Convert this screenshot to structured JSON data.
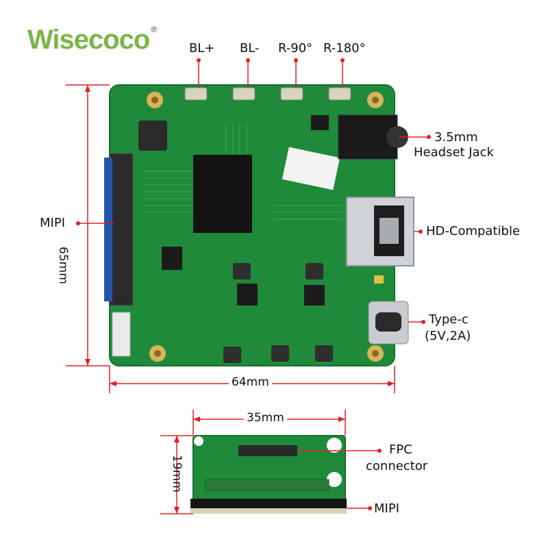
{
  "brand": {
    "name": "Wisecoco",
    "reg": "®"
  },
  "top_buttons": {
    "bl_plus": "BL+",
    "bl_minus": "BL-",
    "r90": "R-90°",
    "r180": "R-180°"
  },
  "ports": {
    "headset_line1": "3.5mm",
    "headset_line2": "Headset Jack",
    "hdmi": "HD-Compatible",
    "typec_line1": "Type-c",
    "typec_line2": "(5V,2A)",
    "mipi_left": "MIPI"
  },
  "dimensions": {
    "height": "65mm",
    "width": "64mm",
    "adapter_width": "35mm",
    "adapter_height": "19mm"
  },
  "adapter": {
    "fpc_line1": "FPC",
    "fpc_line2": "connector",
    "mipi": "MIPI"
  },
  "colors": {
    "pcb": "#1f8a3a",
    "accent": "#e41e25",
    "brand": "#7ab648"
  }
}
